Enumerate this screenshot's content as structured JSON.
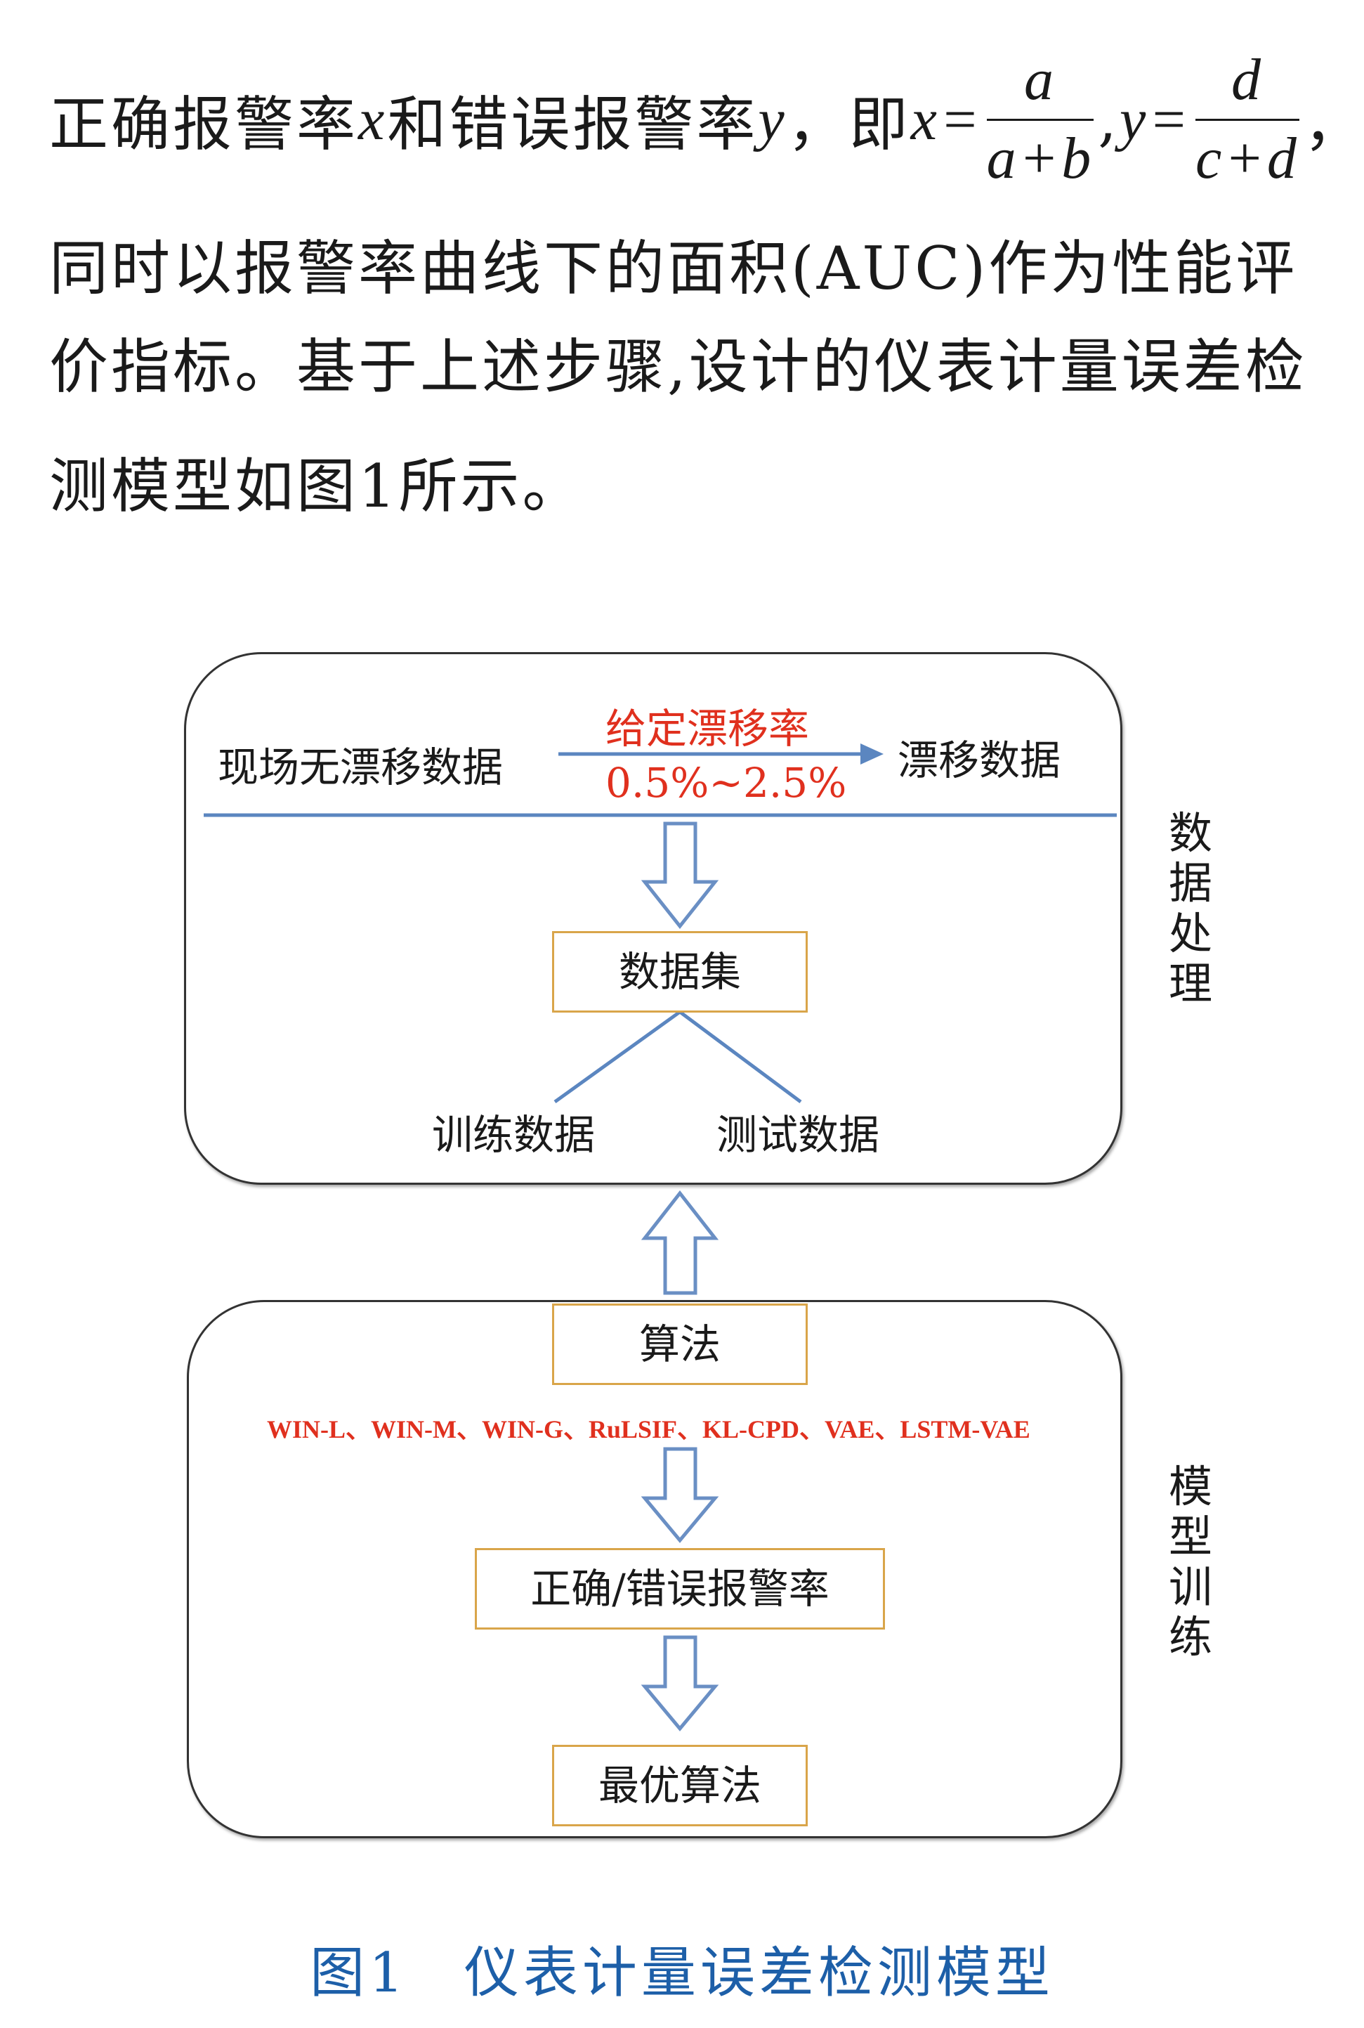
{
  "text": {
    "line1_a": "正确报警率",
    "line1_x": "x",
    "line1_b": "和错误报警率",
    "line1_y": "y",
    "line1_c": "，即",
    "eq_x_lhs": "x=",
    "frac1_num": "a",
    "frac1_den": "a+b",
    "sep": ",",
    "eq_y_lhs": "y=",
    "frac2_num": "d",
    "frac2_den": "c+d",
    "line1_end": "，",
    "line2": "同时以报警率曲线下的面积(AUC)作为性能评",
    "line3": "价指标。基于上述步骤,设计的仪表计量误差检",
    "line4": "测模型如图1所示。"
  },
  "figure": {
    "top_box": {
      "source": "现场无漂移数据",
      "drift_rate_label": "给定漂移率",
      "drift_rate_range": "0.5%~2.5%",
      "target": "漂移数据",
      "dataset": "数据集",
      "train": "训练数据",
      "test": "测试数据",
      "side_label": [
        "数",
        "据",
        "处",
        "理"
      ]
    },
    "bottom_box": {
      "algorithm": "算法",
      "algorithm_list": "WIN-L、WIN-M、WIN-G、RuLSIF、KL-CPD、VAE、LSTM-VAE",
      "rates": "正确/错误报警率",
      "best": "最优算法",
      "side_label": [
        "模",
        "型",
        "训",
        "练"
      ]
    },
    "caption_num": "图1",
    "caption_title": "仪表计量误差检测模型"
  },
  "colors": {
    "accent_red": "#e0301e",
    "line_blue": "#5b86c0",
    "box_border": "#d9a54a",
    "caption_blue": "#1d5fa8"
  }
}
